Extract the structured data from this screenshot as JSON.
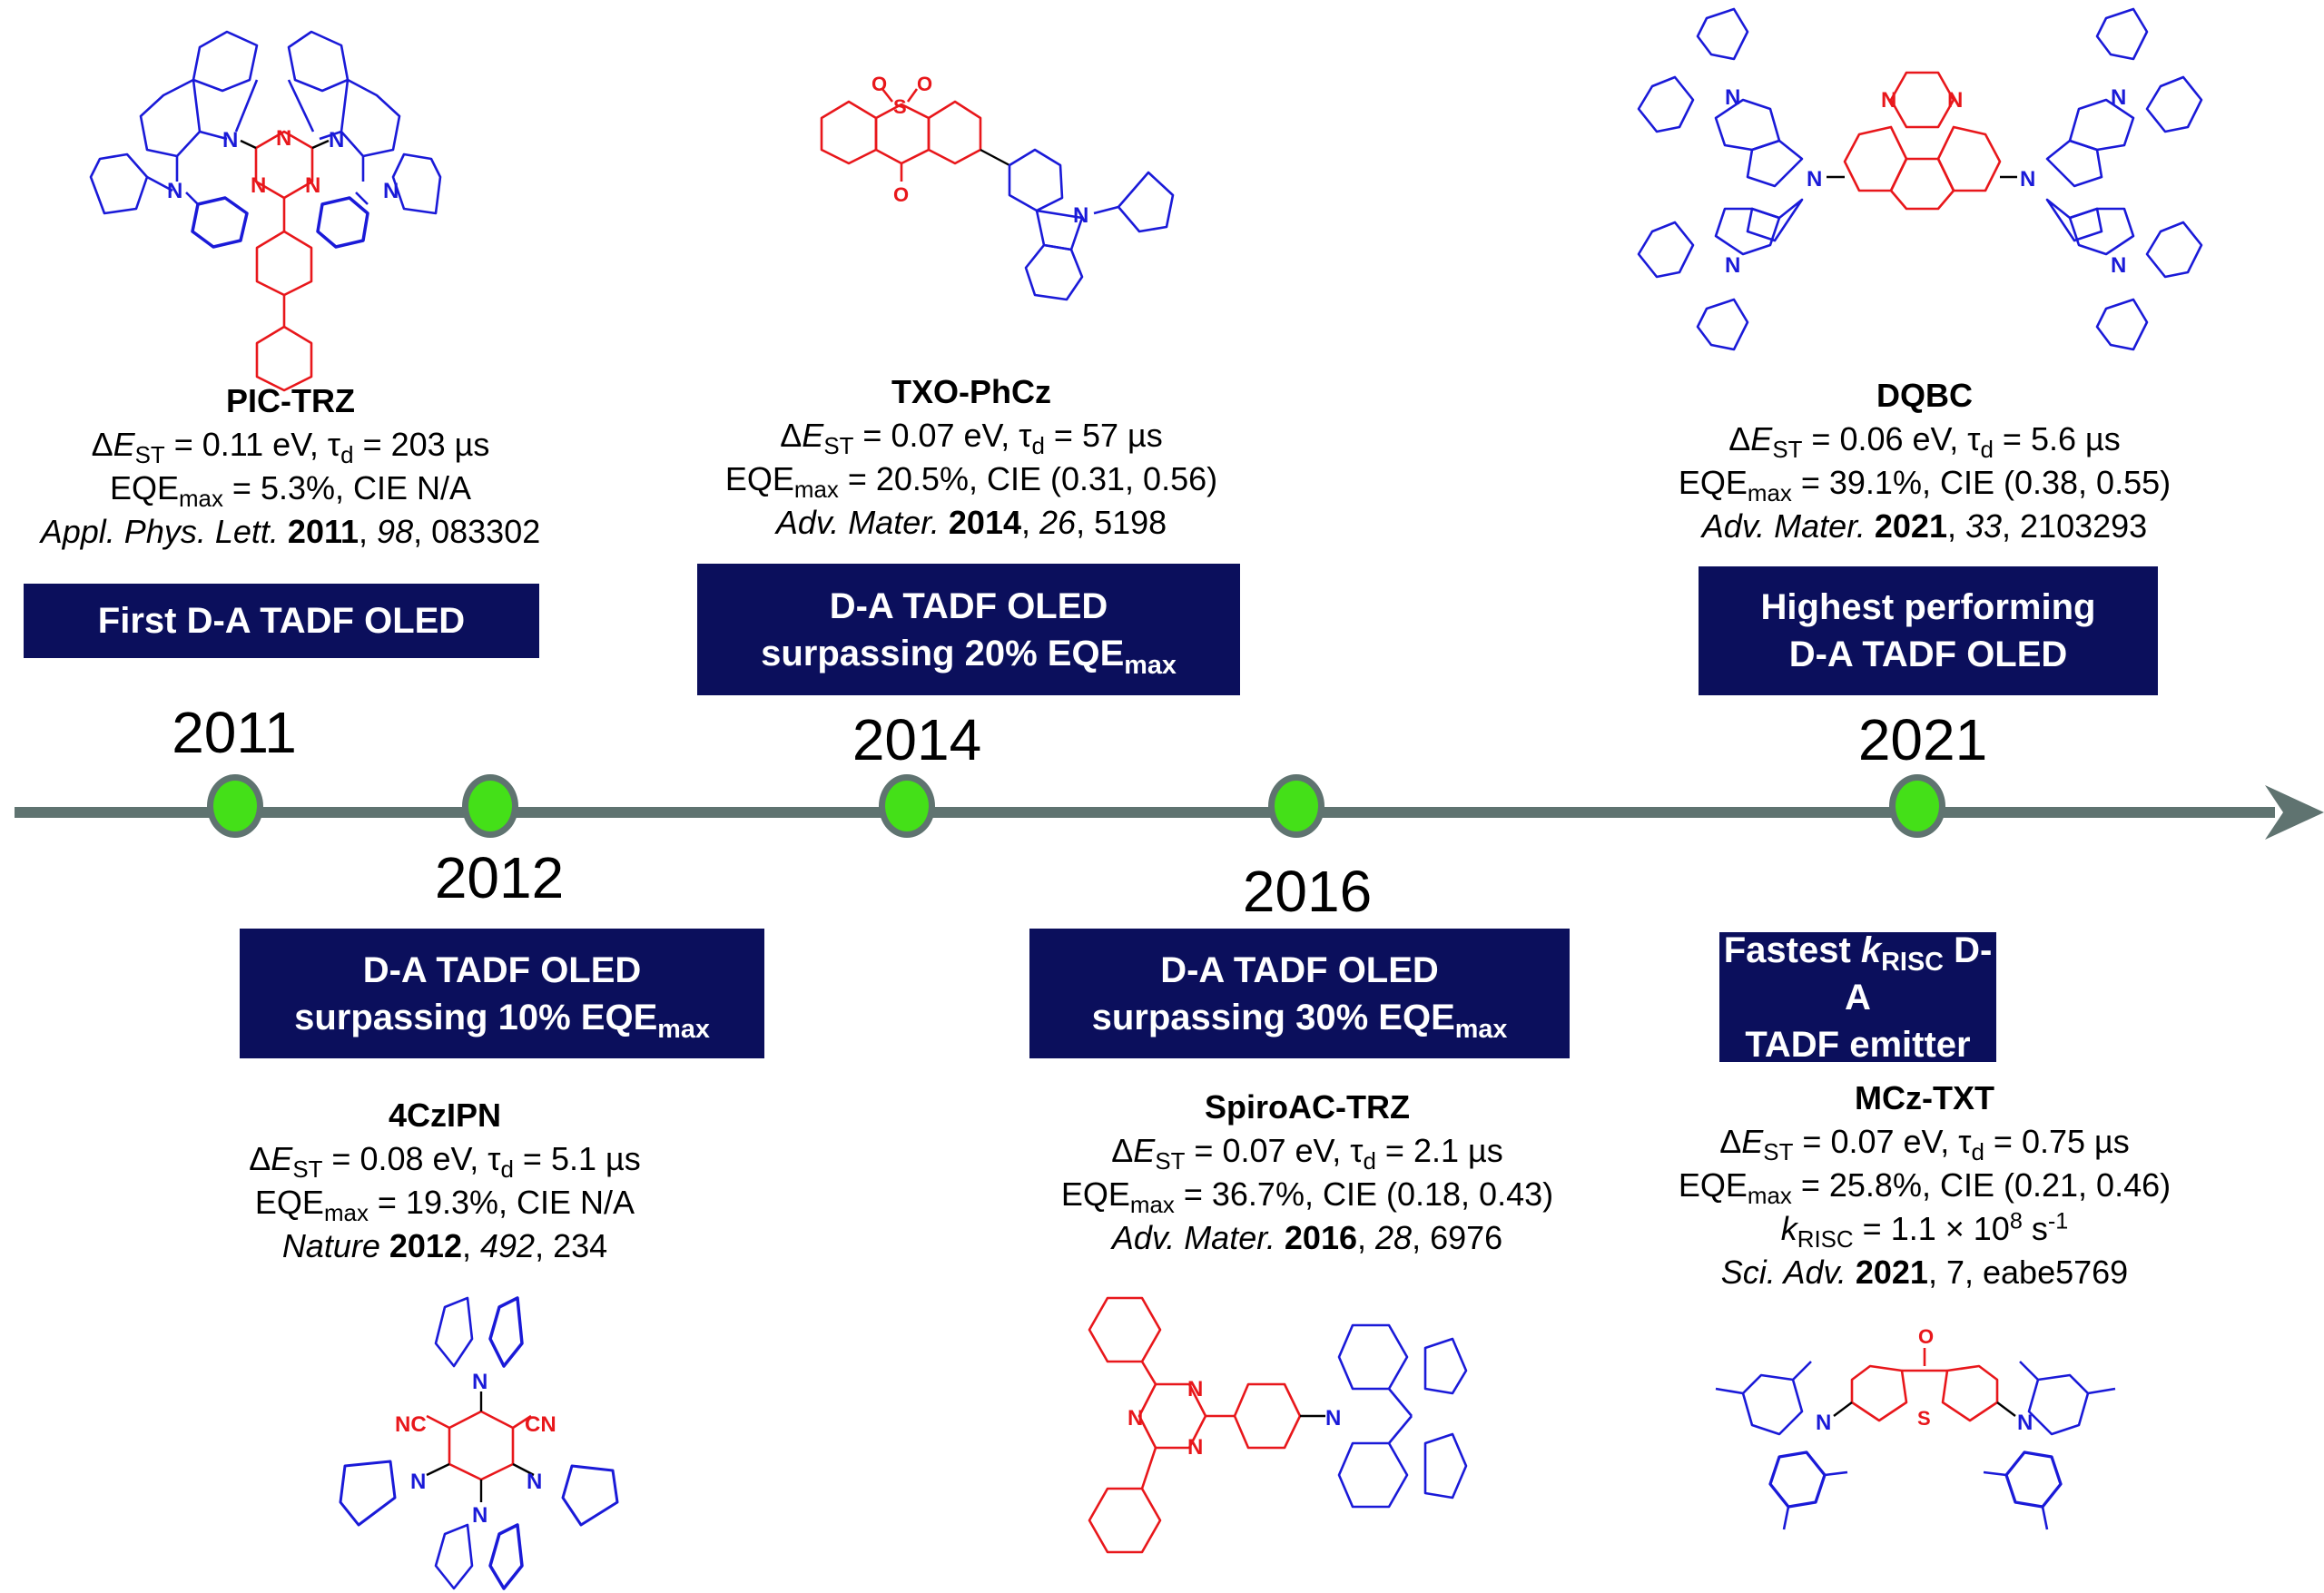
{
  "timeline": {
    "line_color": "#5f7370",
    "node_color": "#44e018",
    "box_color": "#0b0f5c",
    "donor_color": "#1a1ad8",
    "acceptor_color": "#e8171b",
    "years": [
      "2011",
      "2012",
      "2014",
      "2016",
      "2021"
    ]
  },
  "entries": [
    {
      "year": "2011",
      "position": "top",
      "milestone": {
        "line1": "First D-A TADF OLED"
      },
      "compound": {
        "name": "PIC-TRZ",
        "delta_est": "0.11 eV",
        "tau_d": "203 µs",
        "eqe_max": "5.3%",
        "cie": "CIE N/A",
        "ref_journal": "Appl. Phys. Lett.",
        "ref_year": "2011",
        "ref_volume": "98",
        "ref_page": "083302"
      }
    },
    {
      "year": "2012",
      "position": "bottom",
      "milestone": {
        "line1": "D-A TADF OLED",
        "line2": "surpassing 10% EQE",
        "line2_sub": "max"
      },
      "compound": {
        "name": "4CzIPN",
        "delta_est": "0.08 eV",
        "tau_d": "5.1 µs",
        "eqe_max": "19.3%",
        "cie": "CIE N/A",
        "ref_journal": "Nature",
        "ref_year": "2012",
        "ref_volume": "492",
        "ref_page": "234"
      }
    },
    {
      "year": "2014",
      "position": "top",
      "milestone": {
        "line1": "D-A TADF OLED",
        "line2": "surpassing 20% EQE",
        "line2_sub": "max"
      },
      "compound": {
        "name": "TXO-PhCz",
        "delta_est": "0.07 eV",
        "tau_d": "57 µs",
        "eqe_max": "20.5%",
        "cie": "CIE (0.31, 0.56)",
        "ref_journal": "Adv. Mater.",
        "ref_year": "2014",
        "ref_volume": "26",
        "ref_page": "5198"
      }
    },
    {
      "year": "2016",
      "position": "bottom",
      "milestone": {
        "line1": "D-A TADF OLED",
        "line2": "surpassing 30% EQE",
        "line2_sub": "max"
      },
      "compound": {
        "name": "SpiroAC-TRZ",
        "delta_est": "0.07 eV",
        "tau_d": "2.1 µs",
        "eqe_max": "36.7%",
        "cie": "CIE (0.18, 0.43)",
        "ref_journal": "Adv. Mater.",
        "ref_year": "2016",
        "ref_volume": "28",
        "ref_page": "6976"
      }
    },
    {
      "year": "2021",
      "position": "top",
      "milestone": {
        "line1": "Highest performing",
        "line2": "D-A TADF OLED"
      },
      "compound": {
        "name": "DQBC",
        "delta_est": "0.06 eV",
        "tau_d": "5.6 µs",
        "eqe_max": "39.1%",
        "cie": "CIE (0.38, 0.55)",
        "ref_journal": "Adv. Mater.",
        "ref_year": "2021",
        "ref_volume": "33",
        "ref_page": "2103293"
      }
    },
    {
      "year": "2021",
      "position": "bottom",
      "milestone": {
        "line1_pre": "Fastest ",
        "line1_k": "k",
        "line1_sub": "RISC",
        "line1_post": " D-A",
        "line2": "TADF emitter"
      },
      "compound": {
        "name": "MCz-TXT",
        "delta_est": "0.07 eV",
        "tau_d": "0.75 µs",
        "eqe_max": "25.8%",
        "cie": "CIE (0.21, 0.46)",
        "krisc": "1.1 × 10",
        "krisc_exp": "8",
        "krisc_unit": " s",
        "krisc_unit_exp": "-1",
        "ref_journal": "Sci. Adv.",
        "ref_year": "2021",
        "ref_volume": "7",
        "ref_page": "eabe5769"
      }
    }
  ],
  "labels": {
    "delta": "ΔE",
    "st": "ST",
    "eq": " = ",
    "tau": "τ",
    "d": "d",
    "eqe": "EQE",
    "max": "max",
    "k": "k",
    "risc": "RISC",
    "comma": ", ",
    "atom_N": "N",
    "atom_O": "O",
    "atom_S": "S",
    "group_CN": "CN",
    "group_NC": "NC"
  }
}
